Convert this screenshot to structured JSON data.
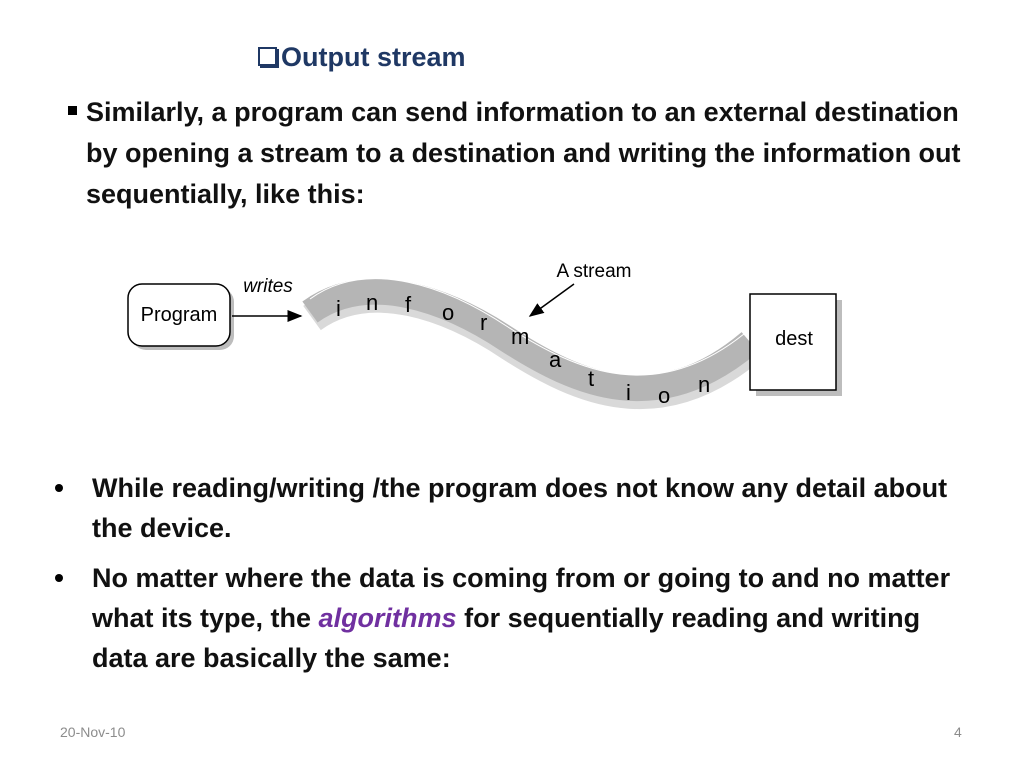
{
  "heading": {
    "text": "Output stream"
  },
  "intro": {
    "text": "Similarly, a program can send information to an external destination by opening a stream to a destination and writing the information out sequentially, like this:"
  },
  "diagram": {
    "program_label": "Program",
    "writes_label": "writes",
    "stream_label": "A stream",
    "dest_label": "dest",
    "stream_letters": [
      "i",
      "n",
      "f",
      "o",
      "r",
      "m",
      "a",
      "t",
      "i",
      "o",
      "n"
    ]
  },
  "bullets": [
    {
      "text": "While reading/writing /the program does not know any detail about the device."
    },
    {
      "before": "No matter where the data is coming from or going to and no matter what its type, the ",
      "highlight": "algorithms",
      "after": " for sequentially reading and writing data are basically the same:"
    }
  ],
  "footer": {
    "date": "20-Nov-10",
    "page": "4"
  },
  "colors": {
    "heading": "#1f3864",
    "highlight": "#7030a0",
    "footer": "#8c8c8c"
  }
}
